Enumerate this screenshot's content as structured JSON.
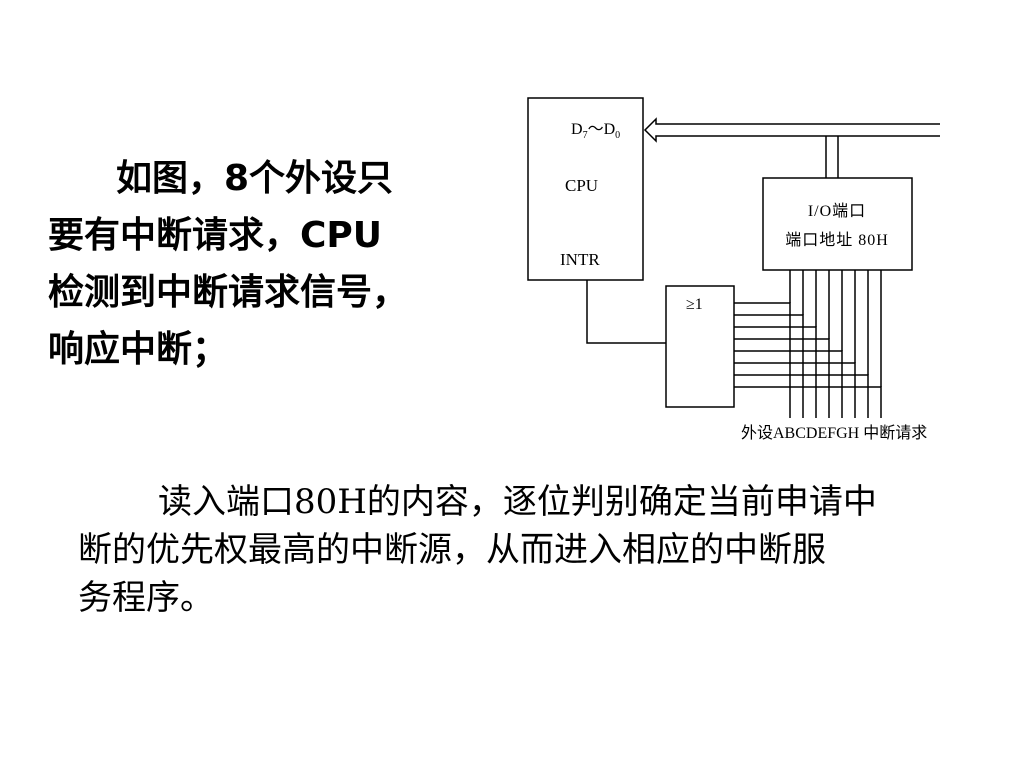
{
  "left_paragraph": {
    "lines": [
      "如图，8个外设只",
      "要有中断请求，CPU",
      "检测到中断请求信号，",
      "响应中断；"
    ]
  },
  "diagram": {
    "cpu_box": {
      "data_bus_label_d": "D",
      "sub_7": "7",
      "tilde": "～",
      "sub_0": "0",
      "cpu_label": "CPU",
      "intr_label": "INTR"
    },
    "io_port_box": {
      "line1": "I/O端口",
      "line2": "端口地址 80H"
    },
    "or_gate": {
      "label": "≥1"
    },
    "peripheral_caption": "外设ABCDEFGH 中断请求"
  },
  "bottom_paragraph": {
    "lines": [
      "读入端口80H的内容，逐位判别确定当前申请中",
      "断的优先权最高的中断源，从而进入相应的中断服",
      "务程序。"
    ]
  }
}
